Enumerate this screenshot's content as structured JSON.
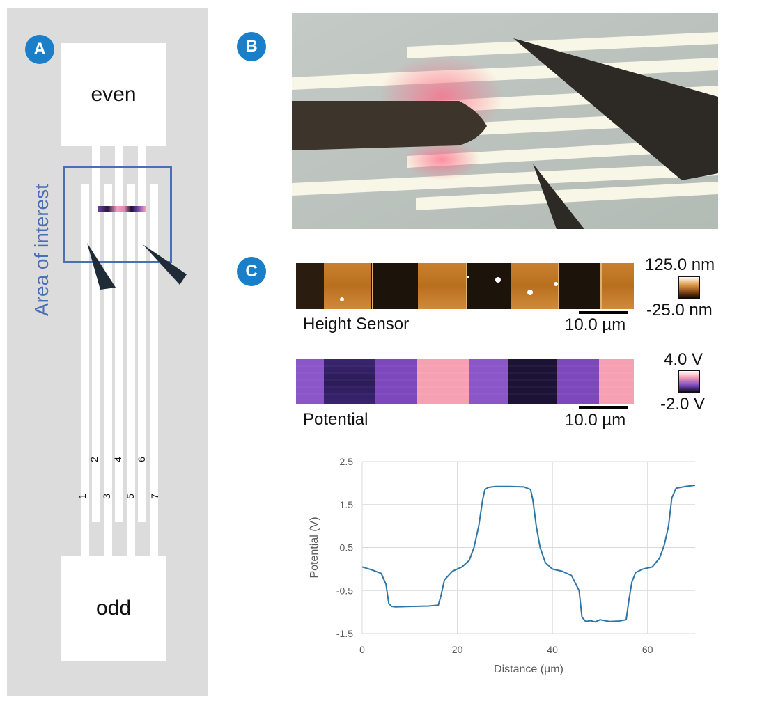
{
  "panel_a": {
    "badge": "A",
    "top_pad_label": "even",
    "bottom_pad_label": "odd",
    "area_label": "Area of interest",
    "finger_numbers": [
      "1",
      "2",
      "3",
      "4",
      "5",
      "6",
      "7"
    ]
  },
  "panel_b": {
    "badge": "B"
  },
  "panel_c": {
    "badge": "C",
    "height_map": {
      "label": "Height Sensor",
      "scale_bar": "10.0 µm",
      "colorbar_max": "125.0 nm",
      "colorbar_min": "-25.0 nm"
    },
    "potential_map": {
      "label": "Potential",
      "scale_bar": "10.0 µm",
      "colorbar_max": "4.0 V",
      "colorbar_min": "-2.0 V"
    }
  },
  "colors": {
    "badge": "#1a7fc8",
    "area_of_interest": "#4a6fb5",
    "line": "#2e75a8",
    "height_low": "#1a1209",
    "height_high": "#c07828",
    "potential_low": "#1a0f2e",
    "potential_mid": "#8452c4",
    "potential_high": "#f6a0b4"
  },
  "chart_data": {
    "type": "line",
    "xlabel": "Distance (µm)",
    "ylabel": "Potential (V)",
    "xlim": [
      0,
      70
    ],
    "ylim": [
      -1.5,
      2.5
    ],
    "xticks": [
      "0",
      "20",
      "40",
      "60"
    ],
    "yticks": [
      "2.5",
      "1.5",
      "0.5",
      "-0.5",
      "-1.5"
    ],
    "grid": true,
    "series": [
      {
        "x": [
          0,
          2,
          4,
          5,
          5.6,
          6.2,
          7,
          10,
          14,
          16,
          16.6,
          17.3,
          19,
          21,
          22.5,
          23.5,
          24.5,
          25.3,
          25.8,
          26.5,
          28,
          31,
          34,
          35.4,
          35.9,
          36.6,
          37.4,
          38.5,
          40,
          42,
          44,
          45.6,
          46.2,
          47,
          48,
          49,
          50,
          52,
          54,
          55.5,
          56.1,
          56.7,
          57.5,
          59,
          61,
          62.5,
          63.5,
          64.4,
          65.1,
          66,
          68,
          70
        ],
        "y": [
          0.05,
          -0.02,
          -0.1,
          -0.35,
          -0.8,
          -0.87,
          -0.88,
          -0.87,
          -0.86,
          -0.84,
          -0.6,
          -0.25,
          -0.05,
          0.05,
          0.2,
          0.5,
          1.0,
          1.6,
          1.85,
          1.9,
          1.92,
          1.92,
          1.91,
          1.85,
          1.6,
          1.0,
          0.5,
          0.15,
          0.0,
          -0.05,
          -0.15,
          -0.5,
          -1.12,
          -1.22,
          -1.2,
          -1.23,
          -1.18,
          -1.22,
          -1.21,
          -1.18,
          -0.7,
          -0.3,
          -0.08,
          0.0,
          0.05,
          0.25,
          0.55,
          1.0,
          1.65,
          1.88,
          1.92,
          1.95
        ]
      }
    ]
  }
}
